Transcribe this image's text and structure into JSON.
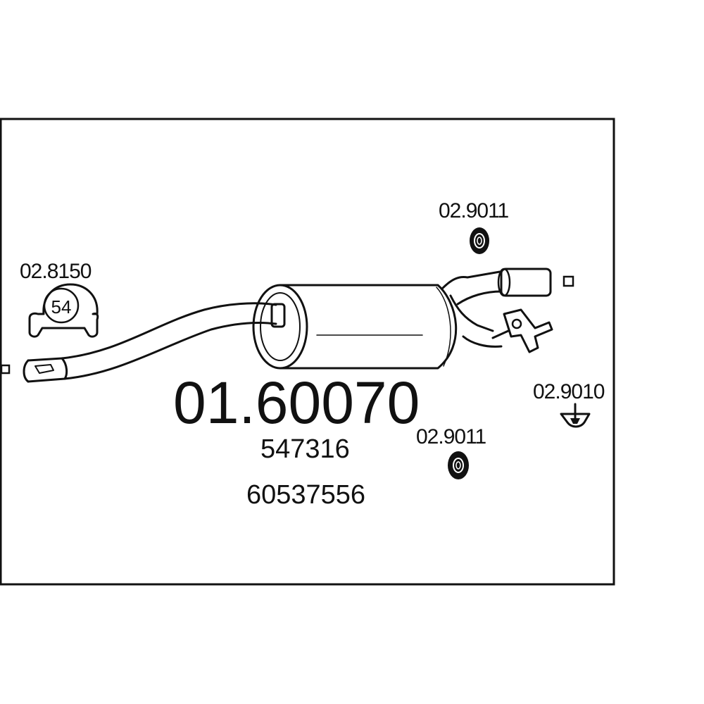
{
  "main_part_number": "01.60070",
  "reference_numbers": [
    "547316",
    "60537556"
  ],
  "accessories": {
    "clamp_label": "02.8150",
    "clamp_size": "54",
    "rubber_mount_top": "02.9011",
    "rubber_mount_bottom": "02.9011",
    "hanger_bracket": "02.9010"
  },
  "icons": {
    "clamp": "pipe-clamp-icon",
    "rubber_mount": "rubber-ring-icon",
    "hanger": "hanger-bracket-icon",
    "muffler": "muffler-icon"
  }
}
